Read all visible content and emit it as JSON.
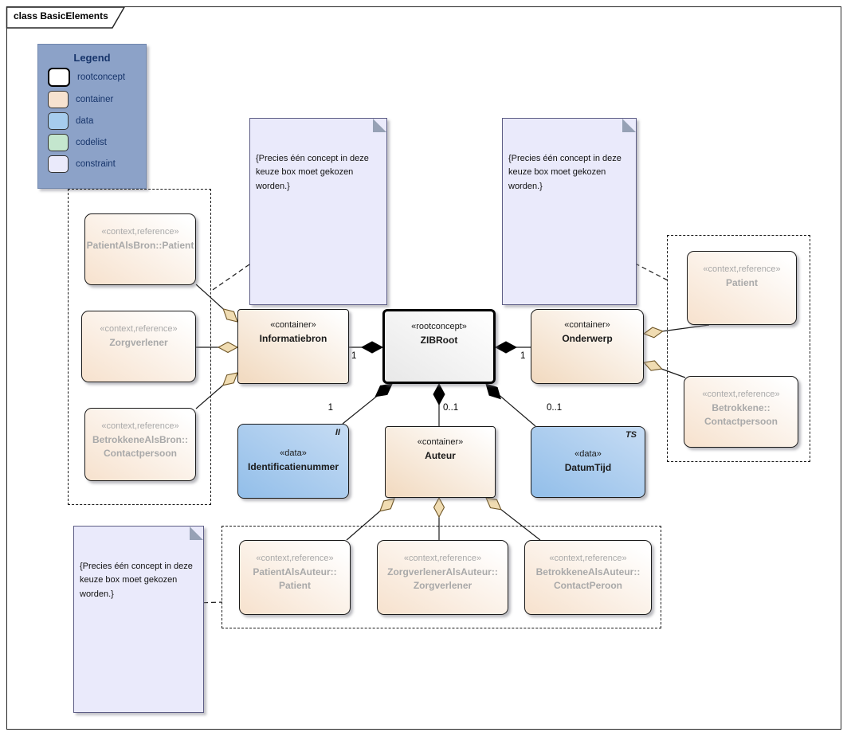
{
  "frame": {
    "title": "class BasicElements"
  },
  "legend": {
    "title": "Legend",
    "items": [
      {
        "label": "rootconcept",
        "fill": "#FFFFFF"
      },
      {
        "label": "container",
        "fill": "#F6E2D0"
      },
      {
        "label": "data",
        "fill": "#A6CCEE"
      },
      {
        "label": "codelist",
        "fill": "#C4E6CE"
      },
      {
        "label": "constraint",
        "fill": "#EAEAFB"
      }
    ]
  },
  "note_lines": [
    "{Precies één concept in deze",
    "keuze box moet gekozen",
    "worden.}"
  ],
  "nodes": {
    "zibroot": {
      "stereotype": "«rootconcept»",
      "name": [
        "ZIBRoot"
      ]
    },
    "informatiebron": {
      "stereotype": "«container»",
      "name": [
        "Informatiebron"
      ]
    },
    "onderwerp": {
      "stereotype": "«container»",
      "name": [
        "Onderwerp"
      ]
    },
    "auteur": {
      "stereotype": "«container»",
      "name": [
        "Auteur"
      ]
    },
    "identificatienummer": {
      "stereotype": "«data»",
      "name": [
        "Identificatienummer"
      ],
      "datatype": "II"
    },
    "datumtijd": {
      "stereotype": "«data»",
      "name": [
        "DatumTijd"
      ],
      "datatype": "TS"
    },
    "patient_als_bron": {
      "stereotype": "«context,reference»",
      "name": [
        "PatientAlsBron::Patient"
      ]
    },
    "zorgverlener": {
      "stereotype": "«context,reference»",
      "name": [
        "Zorgverlener"
      ]
    },
    "betrokkene_als_bron": {
      "stereotype": "«context,reference»",
      "name": [
        "BetrokkeneAlsBron::",
        "Contactpersoon"
      ]
    },
    "patient": {
      "stereotype": "«context,reference»",
      "name": [
        "Patient"
      ]
    },
    "betrokkene_contactpersoon": {
      "stereotype": "«context,reference»",
      "name": [
        "Betrokkene::",
        "Contactpersoon"
      ]
    },
    "patient_als_auteur": {
      "stereotype": "«context,reference»",
      "name": [
        "PatientAlsAuteur::",
        "Patient"
      ]
    },
    "zorgverlener_als_auteur": {
      "stereotype": "«context,reference»",
      "name": [
        "ZorgverlenerAlsAuteur::",
        "Zorgverlener"
      ]
    },
    "betrokkene_als_auteur": {
      "stereotype": "«context,reference»",
      "name": [
        "BetrokkeneAlsAuteur::",
        "ContactPeroon"
      ]
    }
  },
  "multiplicities": {
    "zibroot_informatiebron": "1",
    "zibroot_onderwerp": "1",
    "zibroot_identificatienummer": "1",
    "zibroot_auteur": "0..1",
    "zibroot_datumtijd": "0..1"
  },
  "colors": {
    "container_fill": "#F2DBC2",
    "rootconcept_fill": "#FFFFFF",
    "data_fill": "#9CC5EC",
    "codelist_fill": "#C4E6CE",
    "constraint_fill": "#EAEAFB",
    "note_fill": "#EAEAFB",
    "legend_background": "#8CA2C8",
    "legend_text": "#17356B",
    "reference_text": "#A9A9A9",
    "aggregation_diamond_black": "#000000",
    "aggregation_diamond_tan": "#F0DCB2"
  }
}
